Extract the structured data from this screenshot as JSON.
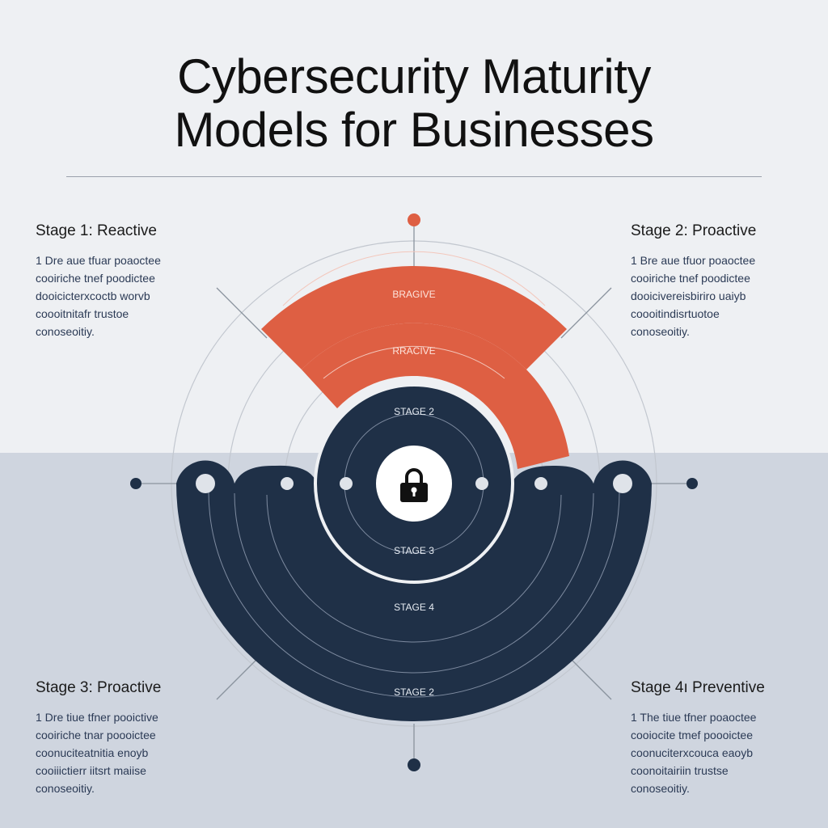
{
  "title": {
    "line1": "Cybersecurity Maturity",
    "line2": "Models for Businesses"
  },
  "stages": [
    {
      "id": "tl",
      "heading": "Stage 1: Reactive",
      "body": [
        "1 Dre aue tfuar poaoctee",
        "cooiriche tnef poodictee",
        "dooicicterxcoctb worvb",
        "coooitnitafr trustoe",
        "conoseoitiy."
      ]
    },
    {
      "id": "tr",
      "heading": "Stage 2: Proactive",
      "body": [
        "1 Bre aue tfuor poaoctee",
        "cooiriche tnef poodictee",
        "dooicivereisbiriro uaiyb",
        "coooitindisrtuotoe",
        "conoseoitiy."
      ]
    },
    {
      "id": "bl",
      "heading": "Stage 3: Proactive",
      "body": [
        "1 Dre tiue tfner pooictive",
        "cooiriche tnar poooictee",
        "coonuciteatnitia enoyb",
        "cooiiictierr iitsrt maiise",
        "conoseoitiy."
      ]
    },
    {
      "id": "br",
      "heading": "Stage 4ı Preventive",
      "body": [
        "1 The tiue tfner poaoctee",
        "cooiocite tmef poooictee",
        "coonuciterxcouca eaoyb",
        "coonoitairiin trustse",
        "conoseoitiy."
      ]
    }
  ],
  "diagram": {
    "ring_labels": [
      "BRAGIVE",
      "RRACIVE",
      "STAGE 2",
      "STAGE 3",
      "STAGE 4",
      "STAGE 2"
    ],
    "center_icon": "padlock-icon"
  },
  "colors": {
    "navy": "#1f3047",
    "orange": "#de5f43",
    "bg_top": "#eef0f3",
    "bg_bottom": "#cfd5df"
  }
}
